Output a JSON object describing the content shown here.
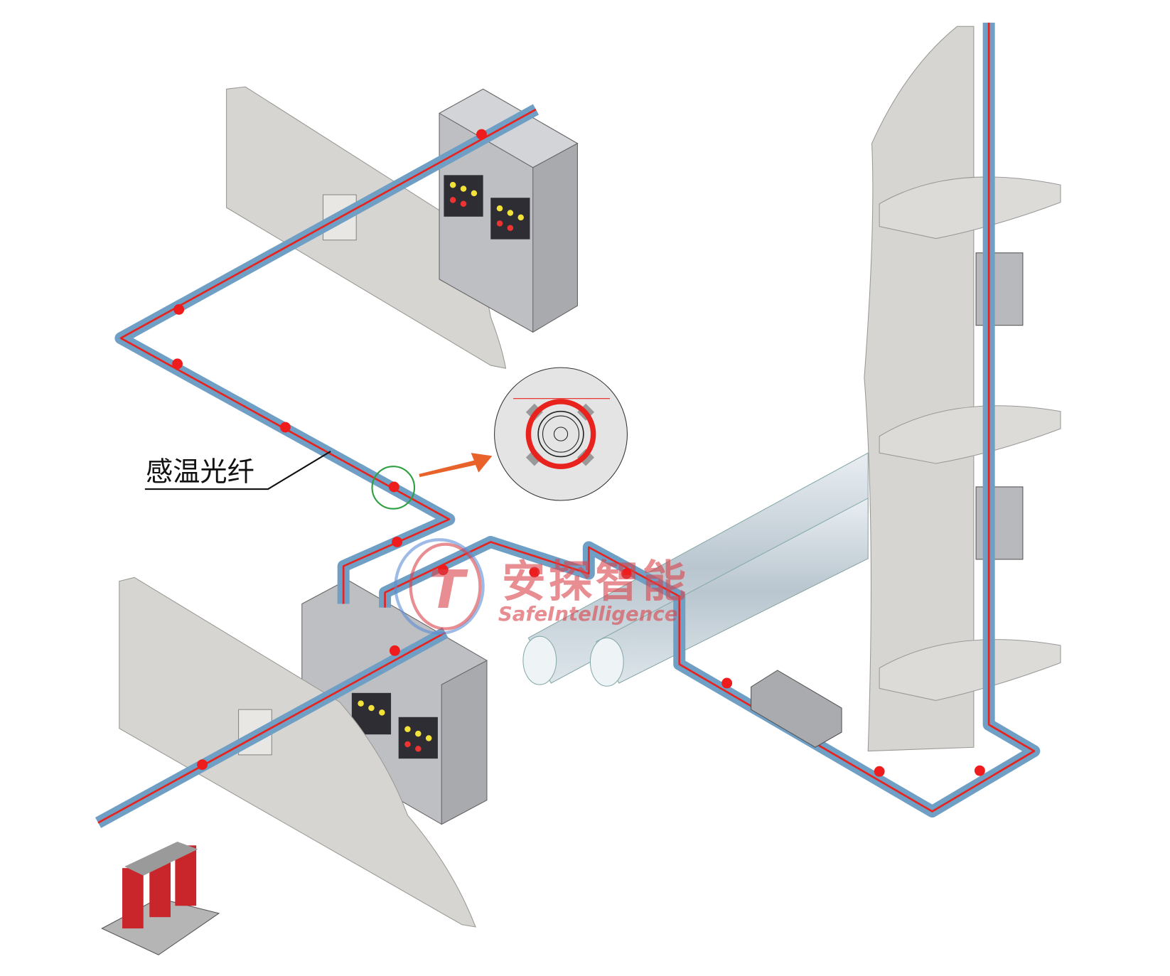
{
  "diagram": {
    "callout_label": "感温光纤",
    "watermark": {
      "brand_cn": "安探智能",
      "brand_en": "SafeIntelligence"
    },
    "colors": {
      "busway": "#6f9fc4",
      "fiber": "#e8231e",
      "wall": "#d6d5d1",
      "cabinet": "#b9bbbf",
      "highlight": "#2ea043",
      "arrow": "#e8622a"
    }
  }
}
